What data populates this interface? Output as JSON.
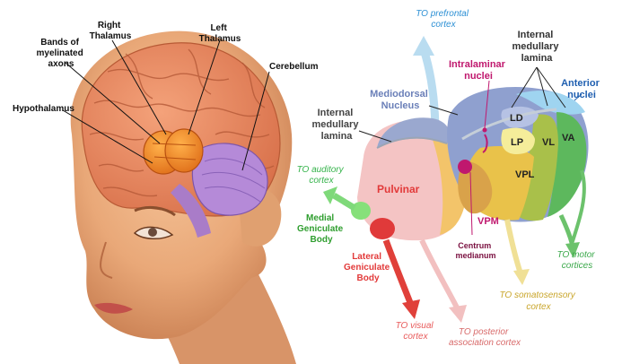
{
  "left_labels": {
    "bands": [
      "Bands of",
      "myelinated",
      "axons"
    ],
    "right_thalamus": [
      "Right",
      "Thalamus"
    ],
    "left_thalamus": [
      "Left",
      "Thalamus"
    ],
    "cerebellum": "Cerebellum",
    "hypothalamus": "Hypothalamus"
  },
  "right_labels": {
    "to_prefrontal": [
      "TO prefrontal",
      "cortex"
    ],
    "internal_lamina_top": [
      "Internal",
      "medullary",
      "lamina"
    ],
    "intralaminar": [
      "Intralaminar",
      "nuclei"
    ],
    "anterior": [
      "Anterior",
      "nuclei"
    ],
    "mediodorsal": [
      "Mediodorsal",
      "Nucleus"
    ],
    "internal_lamina_left": [
      "Internal",
      "medullary",
      "lamina"
    ],
    "to_auditory": [
      "TO auditory",
      "cortex"
    ],
    "pulvinar": "Pulvinar",
    "medial_geniculate": [
      "Medial",
      "Geniculate",
      "Body"
    ],
    "lateral_geniculate": [
      "Lateral",
      "Geniculate",
      "Body"
    ],
    "to_visual": [
      "TO visual",
      "cortex"
    ],
    "to_posterior": [
      "TO posterior",
      "association cortex"
    ],
    "vpm": "VPM",
    "centrum": [
      "Centrum",
      "medianum"
    ],
    "to_somatosensory": [
      "TO somatosensory",
      "cortex"
    ],
    "to_motor": [
      "TO motor",
      "cortices"
    ],
    "ld": "LD",
    "lp": "LP",
    "vl": "VL",
    "va": "VA",
    "vpl": "VPL"
  },
  "colors": {
    "prefrontal": "#2b8fd4",
    "intralaminar": "#c0186e",
    "anterior": "#1f5fb0",
    "mediodorsal": "#6a7fb8",
    "auditory": "#34b34a",
    "pulvinar": "#e23a3a",
    "visual": "#e85a5a",
    "posterior": "#d86a6a",
    "somatosensory": "#d7b12a",
    "motor": "#3aa84a",
    "dark": "#222222"
  }
}
